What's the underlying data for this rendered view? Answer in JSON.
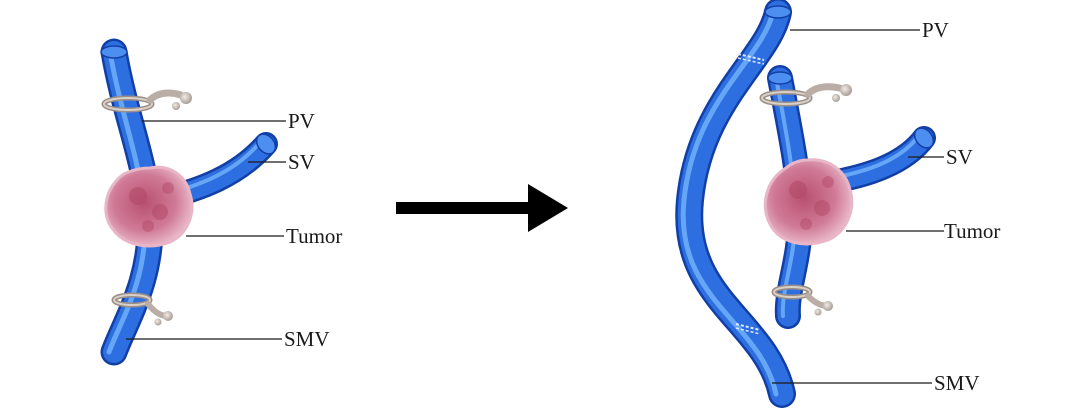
{
  "before": {
    "labels": {
      "pv": "PV",
      "sv": "SV",
      "tumor": "Tumor",
      "smv": "SMV"
    }
  },
  "after": {
    "labels": {
      "pv": "PV",
      "sv": "SV",
      "tumor": "Tumor",
      "smv": "SMV"
    }
  },
  "colors": {
    "vein": "#1f5fd6",
    "vein_dark": "#123fa6",
    "vein_light": "#6fb0ff",
    "tumor": "#c9698a",
    "clamp": "#c8bdb5",
    "arrow": "#000000"
  }
}
